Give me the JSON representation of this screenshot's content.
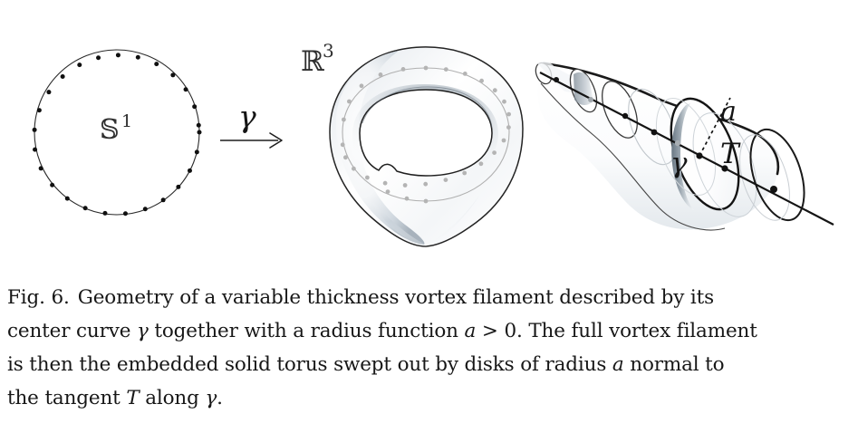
{
  "figure": {
    "label": "Fig. 6.",
    "panels": [
      {
        "id": "circle-panel",
        "name": "domain-circle",
        "label": "\u00001",
        "label_text": "𝕊¹",
        "label_plain": "S1",
        "dot_count": 26,
        "description": "circle with evenly spaced marked points"
      },
      {
        "id": "torus-panel",
        "name": "embedded-solid-torus",
        "label_plain": "R3",
        "dot_count": 26,
        "description": "deformed embedded solid torus in three-space with dotted center curve"
      },
      {
        "id": "tube-panel",
        "name": "variable-thickness-tube",
        "description": "tube of variable radius with normal disks along the center curve"
      }
    ],
    "arrow": {
      "name": "gamma-map-arrow",
      "label_plain": "gamma"
    },
    "labels": {
      "s1": "𝕊",
      "s1_exp": "1",
      "r3": "ℝ",
      "r3_exp": "3",
      "gamma_map": "γ",
      "gamma_curve": "γ",
      "radius_a": "a",
      "tangent_T": "T"
    },
    "colors": {
      "ink": "#1a1a1a",
      "surface_light": "#ffffff",
      "surface_shade": "#8e9aa6",
      "surface_dark": "#5d6a75",
      "curve_gray": "#aaaaaa",
      "dot_black": "#111111",
      "dot_gray": "#b4b4b4",
      "thin_line": "#3a3a3a"
    }
  },
  "caption": {
    "prefix": "Fig. 6.",
    "full_text": "Fig. 6.  Geometry of a variable thickness vortex filament described by its center curve γ together with a radius function a > 0. The full vortex filament is then the embedded solid torus swept out by disks of radius a normal to the tangent T along γ.",
    "lines": [
      {
        "id": "line1",
        "segments": [
          {
            "text": "Fig. 6.",
            "style": "roman"
          },
          {
            "text": "  ",
            "style": "gap"
          },
          {
            "text": "Geometry of a variable thickness vortex filament described by its",
            "style": "roman"
          }
        ]
      },
      {
        "id": "line2",
        "segments": [
          {
            "text": "center curve ",
            "style": "roman"
          },
          {
            "text": "γ",
            "style": "italic"
          },
          {
            "text": " together with a radius function ",
            "style": "roman"
          },
          {
            "text": "a",
            "style": "italic"
          },
          {
            "text": " > 0. The full vortex filament",
            "style": "roman"
          }
        ]
      },
      {
        "id": "line3",
        "segments": [
          {
            "text": "is then the embedded solid torus swept out by disks of radius ",
            "style": "roman"
          },
          {
            "text": "a",
            "style": "italic"
          },
          {
            "text": " normal to",
            "style": "roman"
          }
        ]
      },
      {
        "id": "line4",
        "segments": [
          {
            "text": "the tangent ",
            "style": "roman"
          },
          {
            "text": "T",
            "style": "italic"
          },
          {
            "text": " along ",
            "style": "roman"
          },
          {
            "text": "γ",
            "style": "italic"
          },
          {
            "text": ".",
            "style": "roman"
          }
        ]
      }
    ],
    "line1_a": "Fig. 6.",
    "line1_b": "Geometry of a variable thickness vortex filament described by its",
    "line2_a": "center curve ",
    "line2_b": "γ",
    "line2_c": " together with a radius function ",
    "line2_d": "a",
    "line2_e": " > 0. The full vortex filament",
    "line3_a": "is then the embedded solid torus swept out by disks of radius ",
    "line3_b": "a",
    "line3_c": " normal to",
    "line4_a": "the tangent ",
    "line4_b": "T",
    "line4_c": " along ",
    "line4_d": "γ",
    "line4_e": "."
  }
}
